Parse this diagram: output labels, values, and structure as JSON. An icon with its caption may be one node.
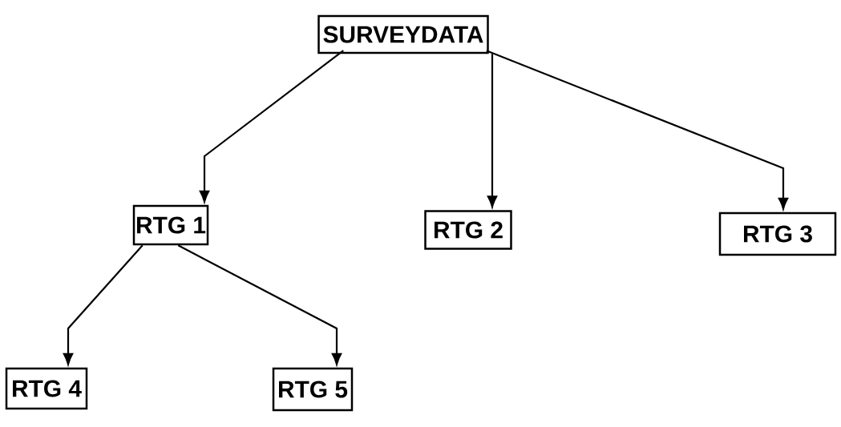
{
  "diagram": {
    "nodes": [
      {
        "text": [
          "SURVEYDATA"
        ]
      },
      {
        "text": [
          "RTG 1"
        ]
      },
      {
        "text": [
          "RTG 2"
        ]
      },
      {
        "text": [
          "RTG 3"
        ]
      },
      {
        "text": [
          "RTG 4"
        ]
      },
      {
        "text": [
          "RTG 5"
        ]
      }
    ],
    "edges": [
      {
        "from": 0,
        "to": 1,
        "arrow": "to"
      },
      {
        "from": 0,
        "to": 2,
        "arrow": "to"
      },
      {
        "from": 0,
        "to": 3,
        "arrow": "to"
      },
      {
        "from": 1,
        "to": 4,
        "arrow": "to"
      },
      {
        "from": 1,
        "to": 5,
        "arrow": "to"
      }
    ]
  }
}
